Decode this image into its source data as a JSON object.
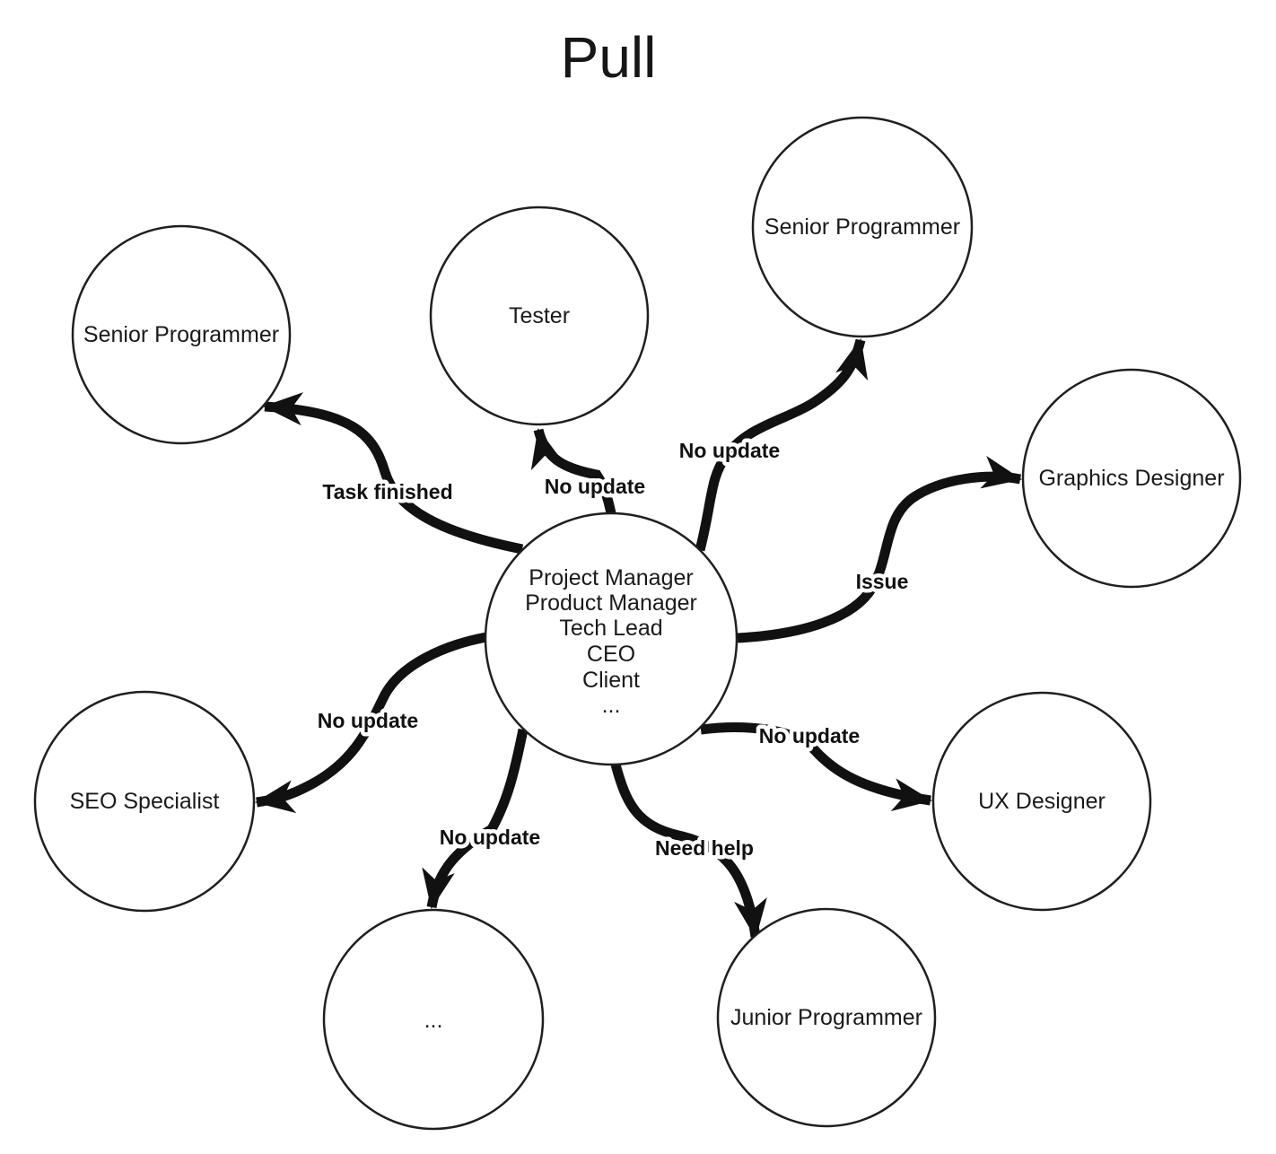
{
  "title": "Pull",
  "colors": {
    "ink": "#111111",
    "background": "#ffffff"
  },
  "diagram": {
    "center": {
      "id": "center-hub",
      "lines": [
        "Project Manager",
        "Product Manager",
        "Tech Lead",
        "CEO",
        "Client",
        "..."
      ]
    },
    "nodes": [
      {
        "id": "senior-programmer-left",
        "label": "Senior Programmer"
      },
      {
        "id": "tester",
        "label": "Tester"
      },
      {
        "id": "senior-programmer-right",
        "label": "Senior Programmer"
      },
      {
        "id": "graphics-designer",
        "label": "Graphics Designer"
      },
      {
        "id": "ux-designer",
        "label": "UX Designer"
      },
      {
        "id": "junior-programmer",
        "label": "Junior Programmer"
      },
      {
        "id": "more",
        "label": "..."
      },
      {
        "id": "seo-specialist",
        "label": "SEO Specialist"
      }
    ],
    "edges": [
      {
        "from": "center-hub",
        "to": "senior-programmer-left",
        "label": "Task finished"
      },
      {
        "from": "center-hub",
        "to": "tester",
        "label": "No update"
      },
      {
        "from": "center-hub",
        "to": "senior-programmer-right",
        "label": "No update"
      },
      {
        "from": "center-hub",
        "to": "graphics-designer",
        "label": "Issue"
      },
      {
        "from": "center-hub",
        "to": "ux-designer",
        "label": "No update"
      },
      {
        "from": "center-hub",
        "to": "junior-programmer",
        "label": "Need help"
      },
      {
        "from": "center-hub",
        "to": "more",
        "label": "No update"
      },
      {
        "from": "center-hub",
        "to": "seo-specialist",
        "label": "No update"
      }
    ]
  }
}
